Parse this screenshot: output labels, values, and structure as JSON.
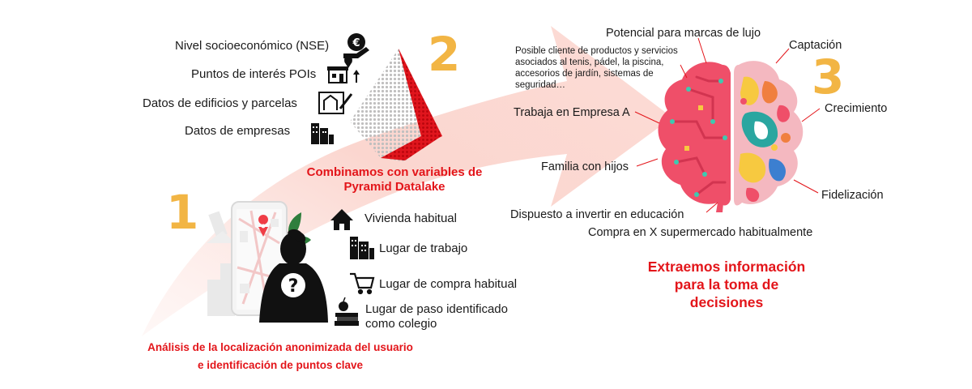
{
  "steps": {
    "step1": {
      "number": "1",
      "caption_line1": "Análisis de la localización anonimizada del usuario",
      "caption_line2": "e identificación de puntos clave",
      "points": [
        {
          "label": "Vivienda habitual",
          "icon": "house-icon"
        },
        {
          "label": "Lugar de trabajo",
          "icon": "office-building-icon"
        },
        {
          "label": "Lugar de compra habitual",
          "icon": "shopping-cart-icon"
        },
        {
          "label_line1": "Lugar de paso identificado",
          "label_line2": "como colegio",
          "icon": "books-apple-icon"
        }
      ],
      "figure_symbol": "?"
    },
    "step2": {
      "number": "2",
      "caption_line1": "Combinamos con variables de",
      "caption_line2": "Pyramid Datalake",
      "variables": [
        {
          "label": "Nivel socioeconómico (NSE)",
          "icon": "euro-coin-hand-icon"
        },
        {
          "label": "Puntos de interés POIs",
          "icon": "storefront-pin-icon"
        },
        {
          "label": "Datos de edificios y parcelas",
          "icon": "building-plan-icon"
        },
        {
          "label": "Datos de empresas",
          "icon": "company-buildings-icon"
        }
      ]
    },
    "step3": {
      "number": "3",
      "caption_line1": "Extraemos información",
      "caption_line2": "para la toma de",
      "caption_line3": "decisiones",
      "left_labels": {
        "luxury": "Potencial para marcas de lujo",
        "possible_client": "Posible cliente de productos y servicios asociados al tenis, pádel, la piscina, accesorios de jardín, sistemas de seguridad…",
        "work": "Trabaja en Empresa A",
        "family": "Familia con hijos",
        "education": "Dispuesto a invertir en educación",
        "supermarket": "Compra en X supermercado habitualmente"
      },
      "right_labels": {
        "acquisition": "Captación",
        "growth": "Crecimiento",
        "loyalty": "Fidelización"
      }
    }
  },
  "colors": {
    "accent_red": "#e3151a",
    "number_yellow": "#f2b544",
    "arrow_pink": "#fbd9d4",
    "brain_left": "#ef4f69",
    "brain_right": "#f4b8c0"
  }
}
